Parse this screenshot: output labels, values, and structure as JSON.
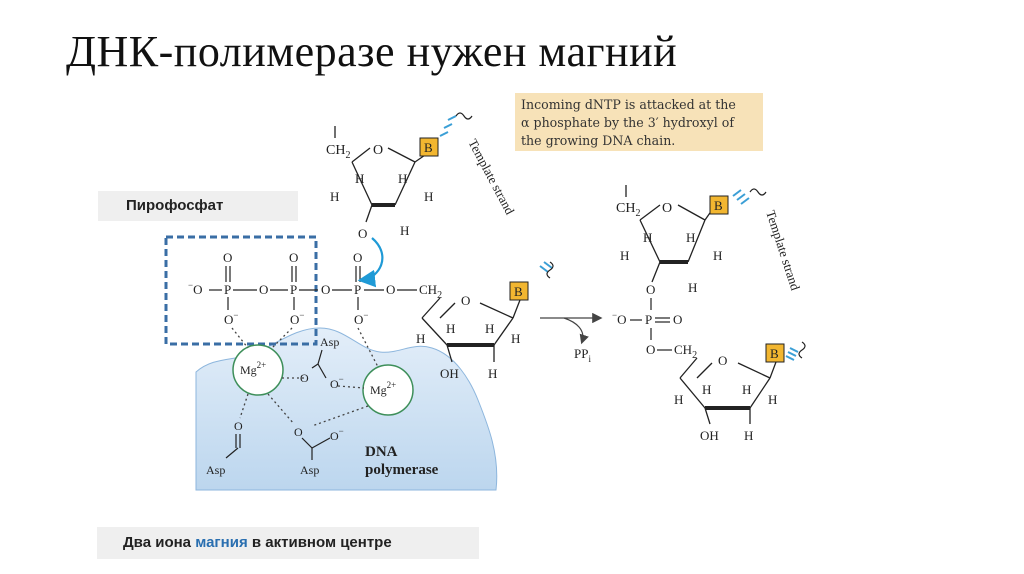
{
  "slide": {
    "title": "ДНК-полимеразе нужен магний",
    "pyrophosphate_label": "Пирофосфат",
    "bottom_label_prefix": "Два иона ",
    "bottom_label_highlight": "магния",
    "bottom_label_suffix": " в активном центре",
    "callout_lines": [
      "Incoming dNTP is attacked at the",
      "α phosphate by the 3′ hydroxyl of",
      "the growing DNA chain."
    ]
  },
  "diagram": {
    "template_strand_label": "Template strand",
    "base_label": "B",
    "enzyme_label_1": "DNA",
    "enzyme_label_2": "polymerase",
    "mg_label": "Mg",
    "mg_charge": "2+",
    "asp_label": "Asp",
    "ppi_label": "PP",
    "ppi_sub": "i",
    "ch2": "CH",
    "ch2_sub": "2",
    "h": "H",
    "oh": "OH",
    "o": "O",
    "o_minus": "O",
    "p": "P"
  },
  "colors": {
    "accent_blue": "#2a6fb0",
    "callout_bg": "#f7e2b8",
    "base_box": "#f2b630",
    "enzyme_fill": "#cfe2f3",
    "mg_ring": "#3e8f5a",
    "dashed_box": "#3a6ea5",
    "arrow_teal": "#1f9ad6"
  }
}
